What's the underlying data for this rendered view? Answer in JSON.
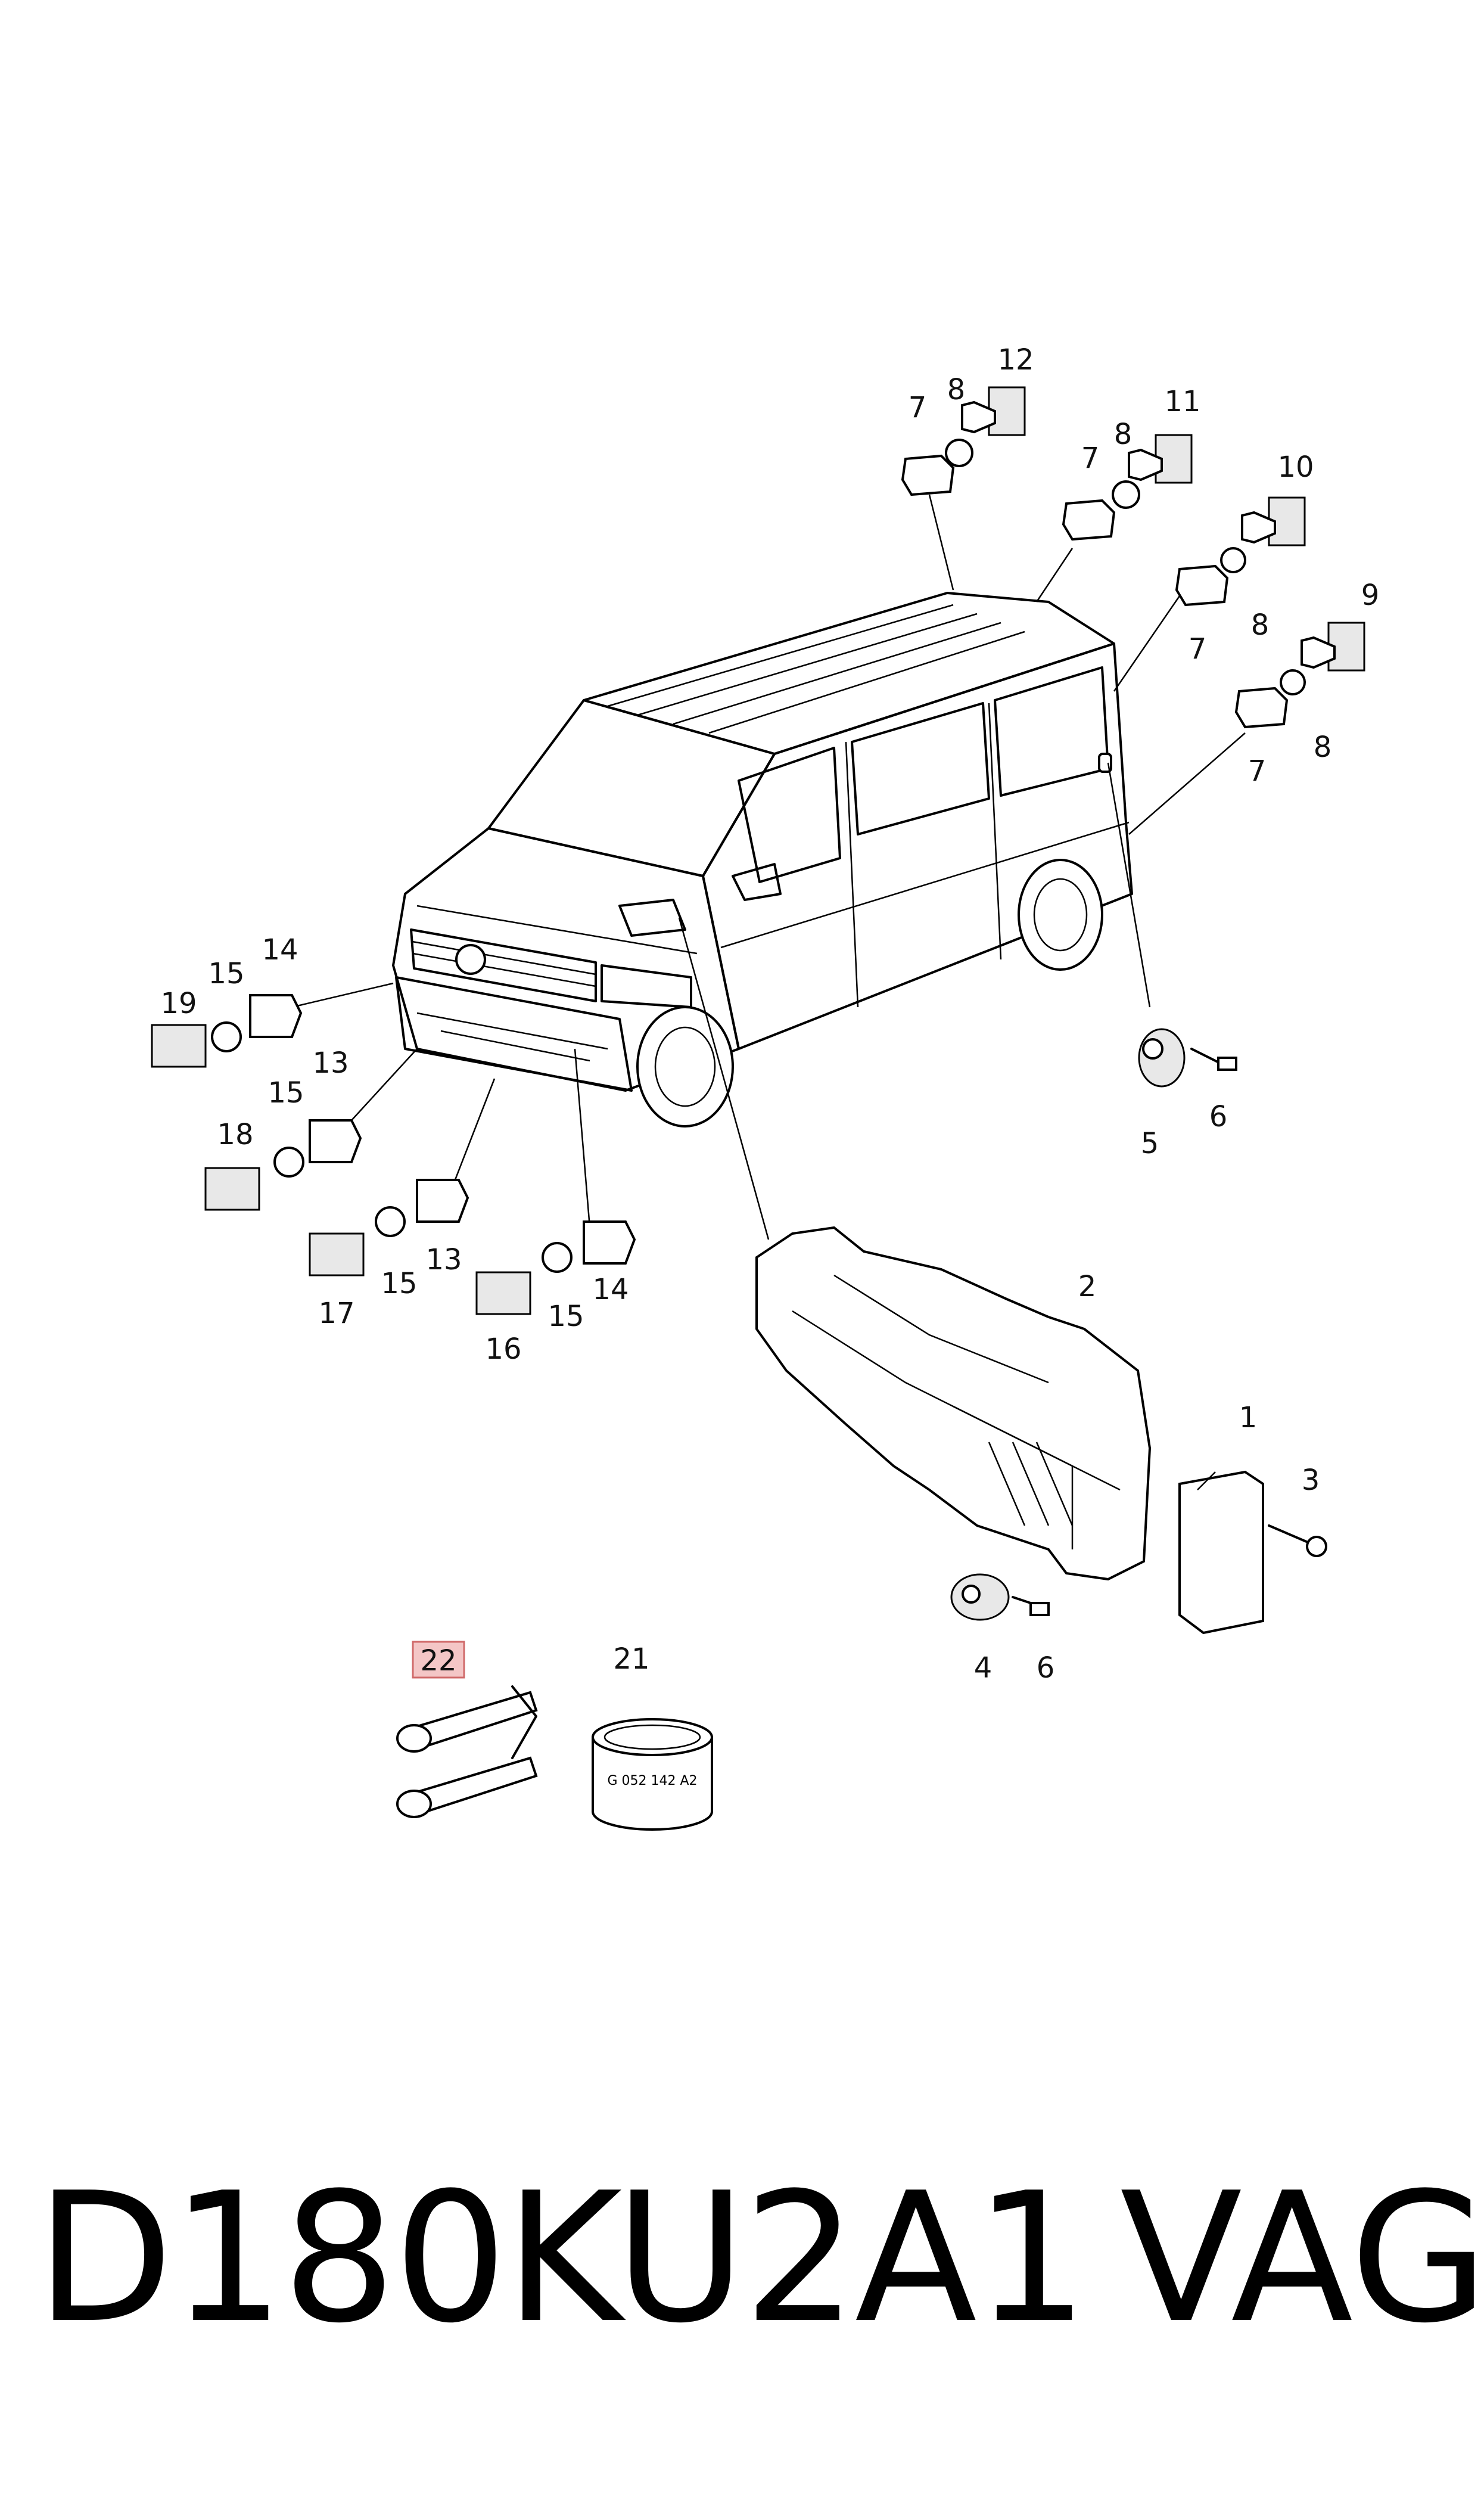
{
  "diagram": {
    "callouts": [
      {
        "id": "c12",
        "text": "12"
      },
      {
        "id": "c7a",
        "text": "7"
      },
      {
        "id": "c8a",
        "text": "8"
      },
      {
        "id": "c11",
        "text": "11"
      },
      {
        "id": "c7b",
        "text": "7"
      },
      {
        "id": "c8b",
        "text": "8"
      },
      {
        "id": "c10",
        "text": "10"
      },
      {
        "id": "c8c",
        "text": "8"
      },
      {
        "id": "c7c",
        "text": "7"
      },
      {
        "id": "c9",
        "text": "9"
      },
      {
        "id": "c8d",
        "text": "8"
      },
      {
        "id": "c7d",
        "text": "7"
      },
      {
        "id": "c14a",
        "text": "14"
      },
      {
        "id": "c15a",
        "text": "15"
      },
      {
        "id": "c19",
        "text": "19"
      },
      {
        "id": "c13a",
        "text": "13"
      },
      {
        "id": "c15b",
        "text": "15"
      },
      {
        "id": "c18",
        "text": "18"
      },
      {
        "id": "c13b",
        "text": "13"
      },
      {
        "id": "c15c",
        "text": "15"
      },
      {
        "id": "c17",
        "text": "17"
      },
      {
        "id": "c14b",
        "text": "14"
      },
      {
        "id": "c15d",
        "text": "15"
      },
      {
        "id": "c16",
        "text": "16"
      },
      {
        "id": "c5",
        "text": "5"
      },
      {
        "id": "c6a",
        "text": "6"
      },
      {
        "id": "c2",
        "text": "2"
      },
      {
        "id": "c1",
        "text": "1"
      },
      {
        "id": "c3",
        "text": "3"
      },
      {
        "id": "c4",
        "text": "4"
      },
      {
        "id": "c6b",
        "text": "6"
      },
      {
        "id": "c22",
        "text": "22"
      },
      {
        "id": "c21",
        "text": "21"
      }
    ],
    "highlight_callout": "22",
    "highlight_color": "#f4c6c6",
    "highlight_border": "#d06a6a",
    "part_marking": "G 052 142 A2"
  },
  "footer": {
    "code": "D180KU2A1",
    "brand": "VAG"
  }
}
